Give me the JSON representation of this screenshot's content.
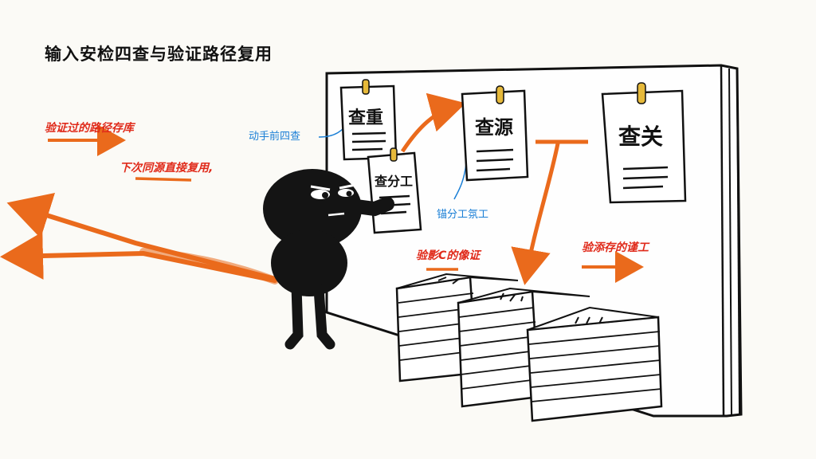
{
  "title": "输入安检四查与验证路径复用",
  "annotations": {
    "verified_path": "验证过的路径存库",
    "reuse_next": "下次同源直接复用,",
    "pre_check": "动手前四查",
    "anchor_lookup": "锚分工氛工",
    "stored_evidence": "验影C的像证",
    "saved_path": "验添存的谨工"
  },
  "notes": {
    "check_duplicate": "查重",
    "check_source": "查源",
    "check_relation": "查关",
    "check_division": "查分工"
  },
  "colors": {
    "accent_orange": "#ea6a1c",
    "label_red": "#e02a1a",
    "label_blue": "#1a7fd6",
    "pin_yellow": "#e6b93a",
    "figure": "#141414"
  }
}
